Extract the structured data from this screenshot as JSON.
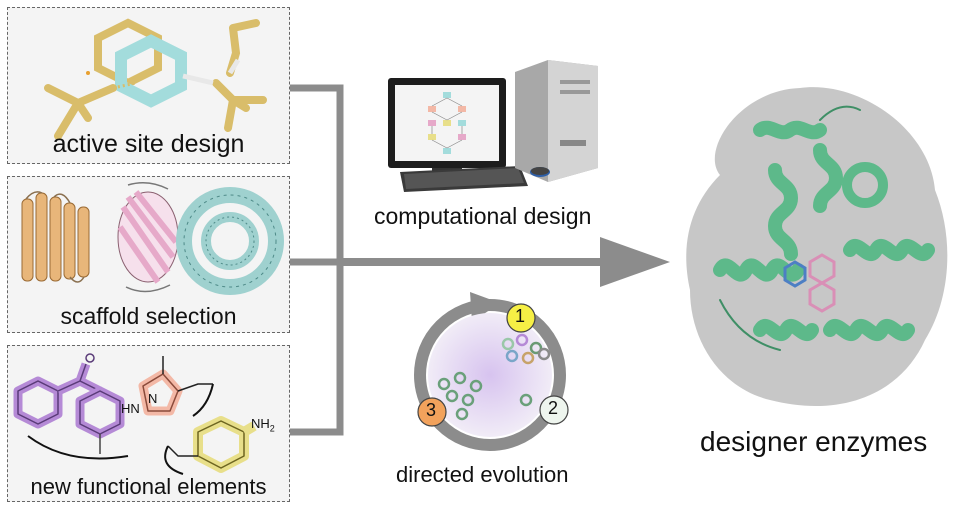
{
  "panels": {
    "active_site": {
      "label": "active site design"
    },
    "scaffold": {
      "label": "scaffold selection"
    },
    "functional": {
      "label": "new functional elements",
      "nh2_label": "NH",
      "nh2_sub": "2",
      "hn_label": "HN",
      "n_label": "N"
    }
  },
  "computational": {
    "label": "computational design"
  },
  "evolution": {
    "label": "directed evolution",
    "steps": [
      {
        "number": "1",
        "color": "#f6ef45"
      },
      {
        "number": "2",
        "color": "#eef5ee"
      },
      {
        "number": "3",
        "color": "#f2a25c"
      }
    ]
  },
  "output": {
    "label": "designer enzymes"
  },
  "colors": {
    "ligand_gold": "#d9bd6a",
    "ring_cyan": "#a3dcdc",
    "helix_orange": "#e8b67a",
    "barrel_pink": "#e6a9c9",
    "toroid_teal": "#9fd1cf",
    "enzyme_green": "#5db98a",
    "surface_gray": "#bdbdbd",
    "arrow_gray": "#8c8c8c",
    "purple": "#b58ad6",
    "salmon": "#f3b8a6",
    "yellow_ring": "#e8df8a"
  }
}
